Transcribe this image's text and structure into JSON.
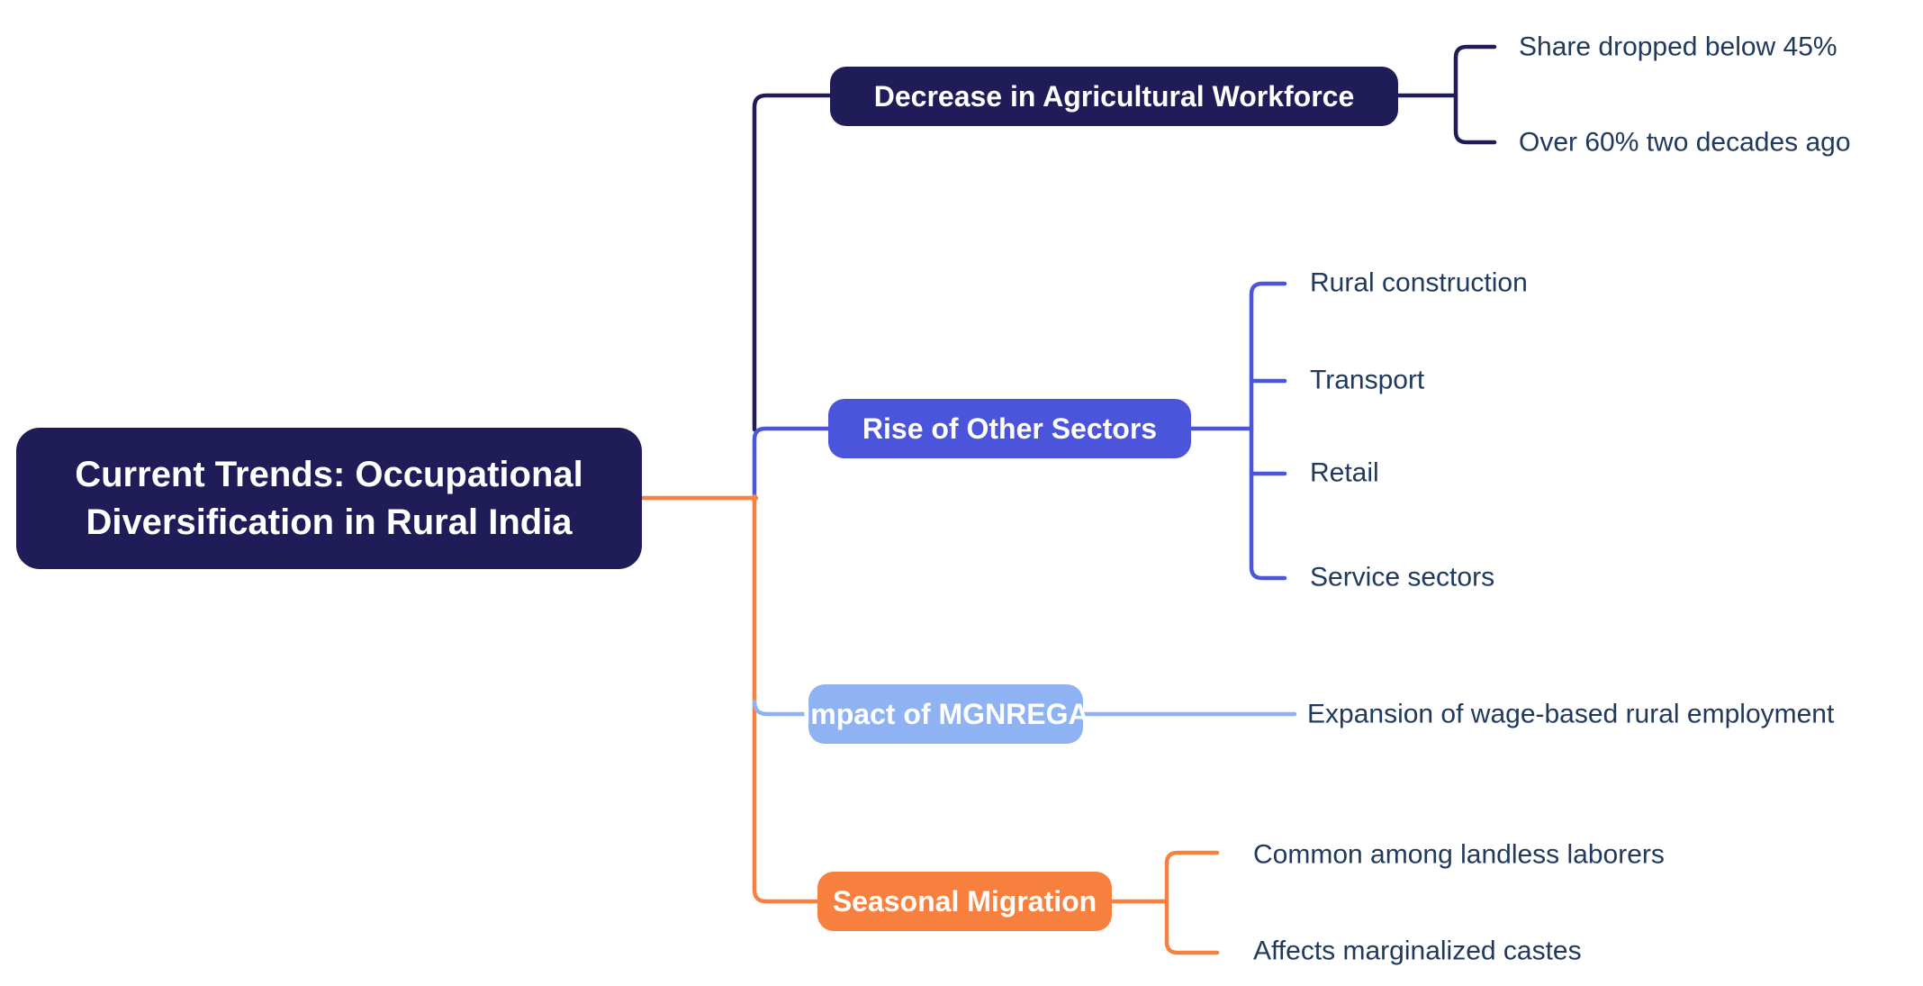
{
  "title": "Current Trends: Occupational Diversification in Rural India",
  "mindmap": {
    "root": {
      "label": "Current Trends: Occupational Diversification in Rural India",
      "color": "#201C57"
    },
    "branches": [
      {
        "label": "Decrease in Agricultural Workforce",
        "color": "#201C57",
        "children": [
          "Share dropped below 45%",
          "Over 60% two decades ago"
        ]
      },
      {
        "label": "Rise of Other Sectors",
        "color": "#4A55DC",
        "children": [
          "Rural construction",
          "Transport",
          "Retail",
          "Service sectors"
        ]
      },
      {
        "label": "Impact of MGNREGA",
        "color": "#8FB3F2",
        "children": [
          "Expansion of wage-based rural employment"
        ]
      },
      {
        "label": "Seasonal Migration",
        "color": "#F8803E",
        "children": [
          "Common among landless laborers",
          "Affects marginalized castes"
        ]
      }
    ],
    "colors": {
      "navy": "#201C57",
      "blue": "#4A55DC",
      "light_blue": "#8FB3F2",
      "orange": "#F8803E",
      "leaf_text": "#20395C",
      "background": "#FFFFFF"
    }
  }
}
